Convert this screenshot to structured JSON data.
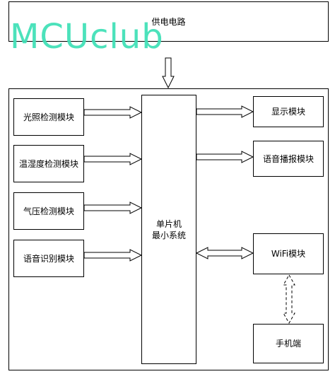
{
  "diagram": {
    "power_supply": "供电电路",
    "inputs": [
      "光照检测模块",
      "温湿度检测模块",
      "气压检测模块",
      "语音识别模块"
    ],
    "mcu": {
      "line1": "单片机",
      "line2": "最小系统"
    },
    "outputs": [
      "显示模块",
      "语音播报模块"
    ],
    "wifi": "WiFi模块",
    "phone": "手机端"
  },
  "watermark": "MCUclub",
  "colors": {
    "watermark": "#3de0b6",
    "line": "#000000",
    "box_fill": "#ffffff"
  }
}
